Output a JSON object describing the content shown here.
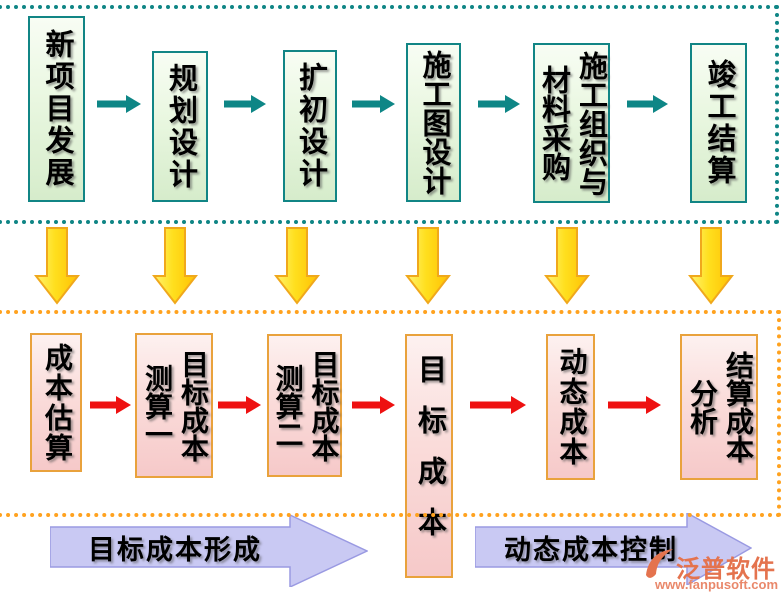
{
  "top_flow": {
    "boxes": [
      {
        "label": "新项目发展"
      },
      {
        "label": "规划设计"
      },
      {
        "label": "扩初设计"
      },
      {
        "label": "施工图设计"
      },
      {
        "label": "施工组织与材料采购"
      },
      {
        "label": "竣工结算"
      }
    ]
  },
  "bottom_flow": {
    "boxes": [
      {
        "label": "成本估算"
      },
      {
        "label": "目标成本测算一"
      },
      {
        "label": "目标成本测算二"
      },
      {
        "label": "目标成本"
      },
      {
        "label": "动态成本"
      },
      {
        "label": "结算成本分析"
      }
    ]
  },
  "phase_banners": {
    "left": "目标成本形成",
    "right": "动态成本控制"
  },
  "watermark": {
    "brand": "泛普软件",
    "url": "www.fanpusoft.com"
  },
  "colors": {
    "top_box_border": "#118585",
    "top_arrow": "#0e8686",
    "stage_arrow_fill": "#ffd400",
    "stage_arrow_border": "#f0a81c",
    "bottom_box_border": "#e9a23c",
    "bottom_arrow": "#ee1111",
    "banner_fill": "#c9c9f3",
    "top_frame_dots": "#0f8585",
    "bottom_frame_dots": "#ffa21f",
    "watermark_color": "#e4734e"
  }
}
